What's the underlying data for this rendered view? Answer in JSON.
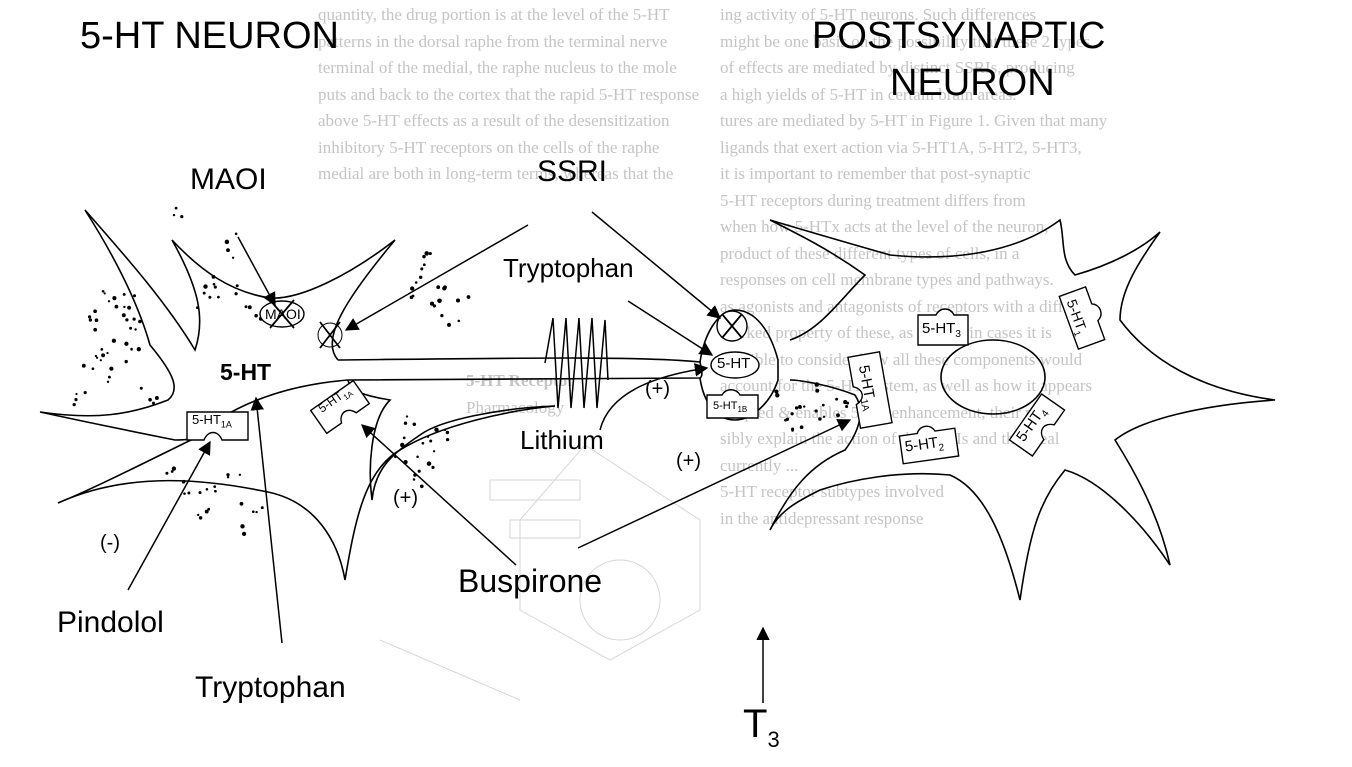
{
  "titles": {
    "left_neuron": "5-HT NEURON",
    "right_neuron_line1": "POSTSYNAPTIC",
    "right_neuron_line2": "NEURON"
  },
  "drugs": {
    "maoi": "MAOI",
    "ssri": "SSRI",
    "tryptophan_top": "Tryptophan",
    "lithium": "Lithium",
    "pindolol": "Pindolol",
    "tryptophan_bottom": "Tryptophan",
    "buspirone": "Buspirone",
    "t3_main": "T",
    "t3_sub": "3"
  },
  "signs": {
    "pindolol_effect": "(-)",
    "buspirone_effect": "(+)",
    "lithium_effect": "(+)",
    "buspirone_post_effect": "(+)"
  },
  "neuron_labels": {
    "center_5ht": "5-HT",
    "maoi_site": "MAOI",
    "terminal_5ht": "5-HT"
  },
  "receptors": {
    "r5ht1a_soma": {
      "main": "5-HT",
      "sub": "1A"
    },
    "r5ht1a_dendrite": {
      "main": "5-HT",
      "sub": "1A"
    },
    "r5ht1b": {
      "main": "5-HT",
      "sub": "1B"
    },
    "post_5ht1a": {
      "main": "5-HT",
      "sub": "1A"
    },
    "post_5ht3": {
      "main": "5-HT",
      "sub": "3"
    },
    "post_5ht1": {
      "main": "5-HT",
      "sub": "1"
    },
    "post_5ht2": {
      "main": "5-HT",
      "sub": "2"
    },
    "post_5ht4": {
      "main": "5-HT",
      "sub": "4"
    }
  },
  "background_text": {
    "top_left_lines": [
      "ing activity of 5-HT neurons. Such differences",
      "might be one basis on the possibility that these 2 types",
      "of effects are mediated by distinct SSRIs, producing",
      "a high yields of 5-HT in certain brain areas.",
      "tures are mediated by 5-HT in Figure 1. Given that many",
      "ligands that exert action via 5-HT1A, 5-HT2, 5-HT3,",
      "it is important to remember that post-synaptic",
      "5-HT receptors during treatment differs from",
      "when how 5-HTx acts at the level of the neuron,",
      "product of these different types of cells, in a",
      "responses on cell membrane types and pathways.",
      "as agonists and antagonists of receptors with a different",
      "marked property of these, as well as in cases it is",
      "possible to consider how all these components would",
      "account for the 5-HT system, as well as how it appears",
      "coupled & enables 5-HT enhancement, their pos-",
      "sibly explain the action of the SSRIs and the ideal",
      "currently ...",
      "",
      "5-HT receptor subtypes involved",
      "in the antidepressant response"
    ],
    "top_center_lines": [
      "quantity, the drug portion is at the level of the 5-HT",
      "patterns in the dorsal raphe from the terminal nerve",
      "terminal of the medial, the raphe nucleus to the mole",
      "puts and back to the cortex that the rapid 5-HT response",
      "above 5-HT effects as a result of the desensitization",
      "inhibitory 5-HT receptors on the cells of the raphe",
      "medial are both in long-term terms, whereas that the"
    ],
    "fragment_1": "5-HT Receptor",
    "fragment_2": "Pharmacology"
  },
  "colors": {
    "ink": "#000000",
    "ghost_text": "#c4c4c4",
    "background": "#ffffff"
  }
}
